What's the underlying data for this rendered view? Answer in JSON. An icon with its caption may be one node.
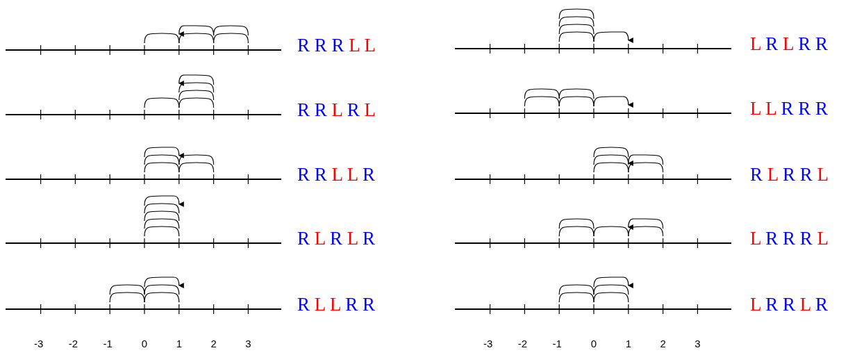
{
  "diagram": {
    "labels": [
      "R R R L L",
      "L R L R R",
      "R R L R L",
      "L L R R R",
      "R R L L R",
      "R L R R L",
      "R L R L R",
      "L R R R L",
      "R L L R R",
      "L R R L R",
      "-3",
      "-2",
      "-1",
      "0",
      "1",
      "2",
      "3",
      "-3",
      "-2",
      "-1",
      "0",
      "1",
      "2",
      "3"
    ]
  }
}
